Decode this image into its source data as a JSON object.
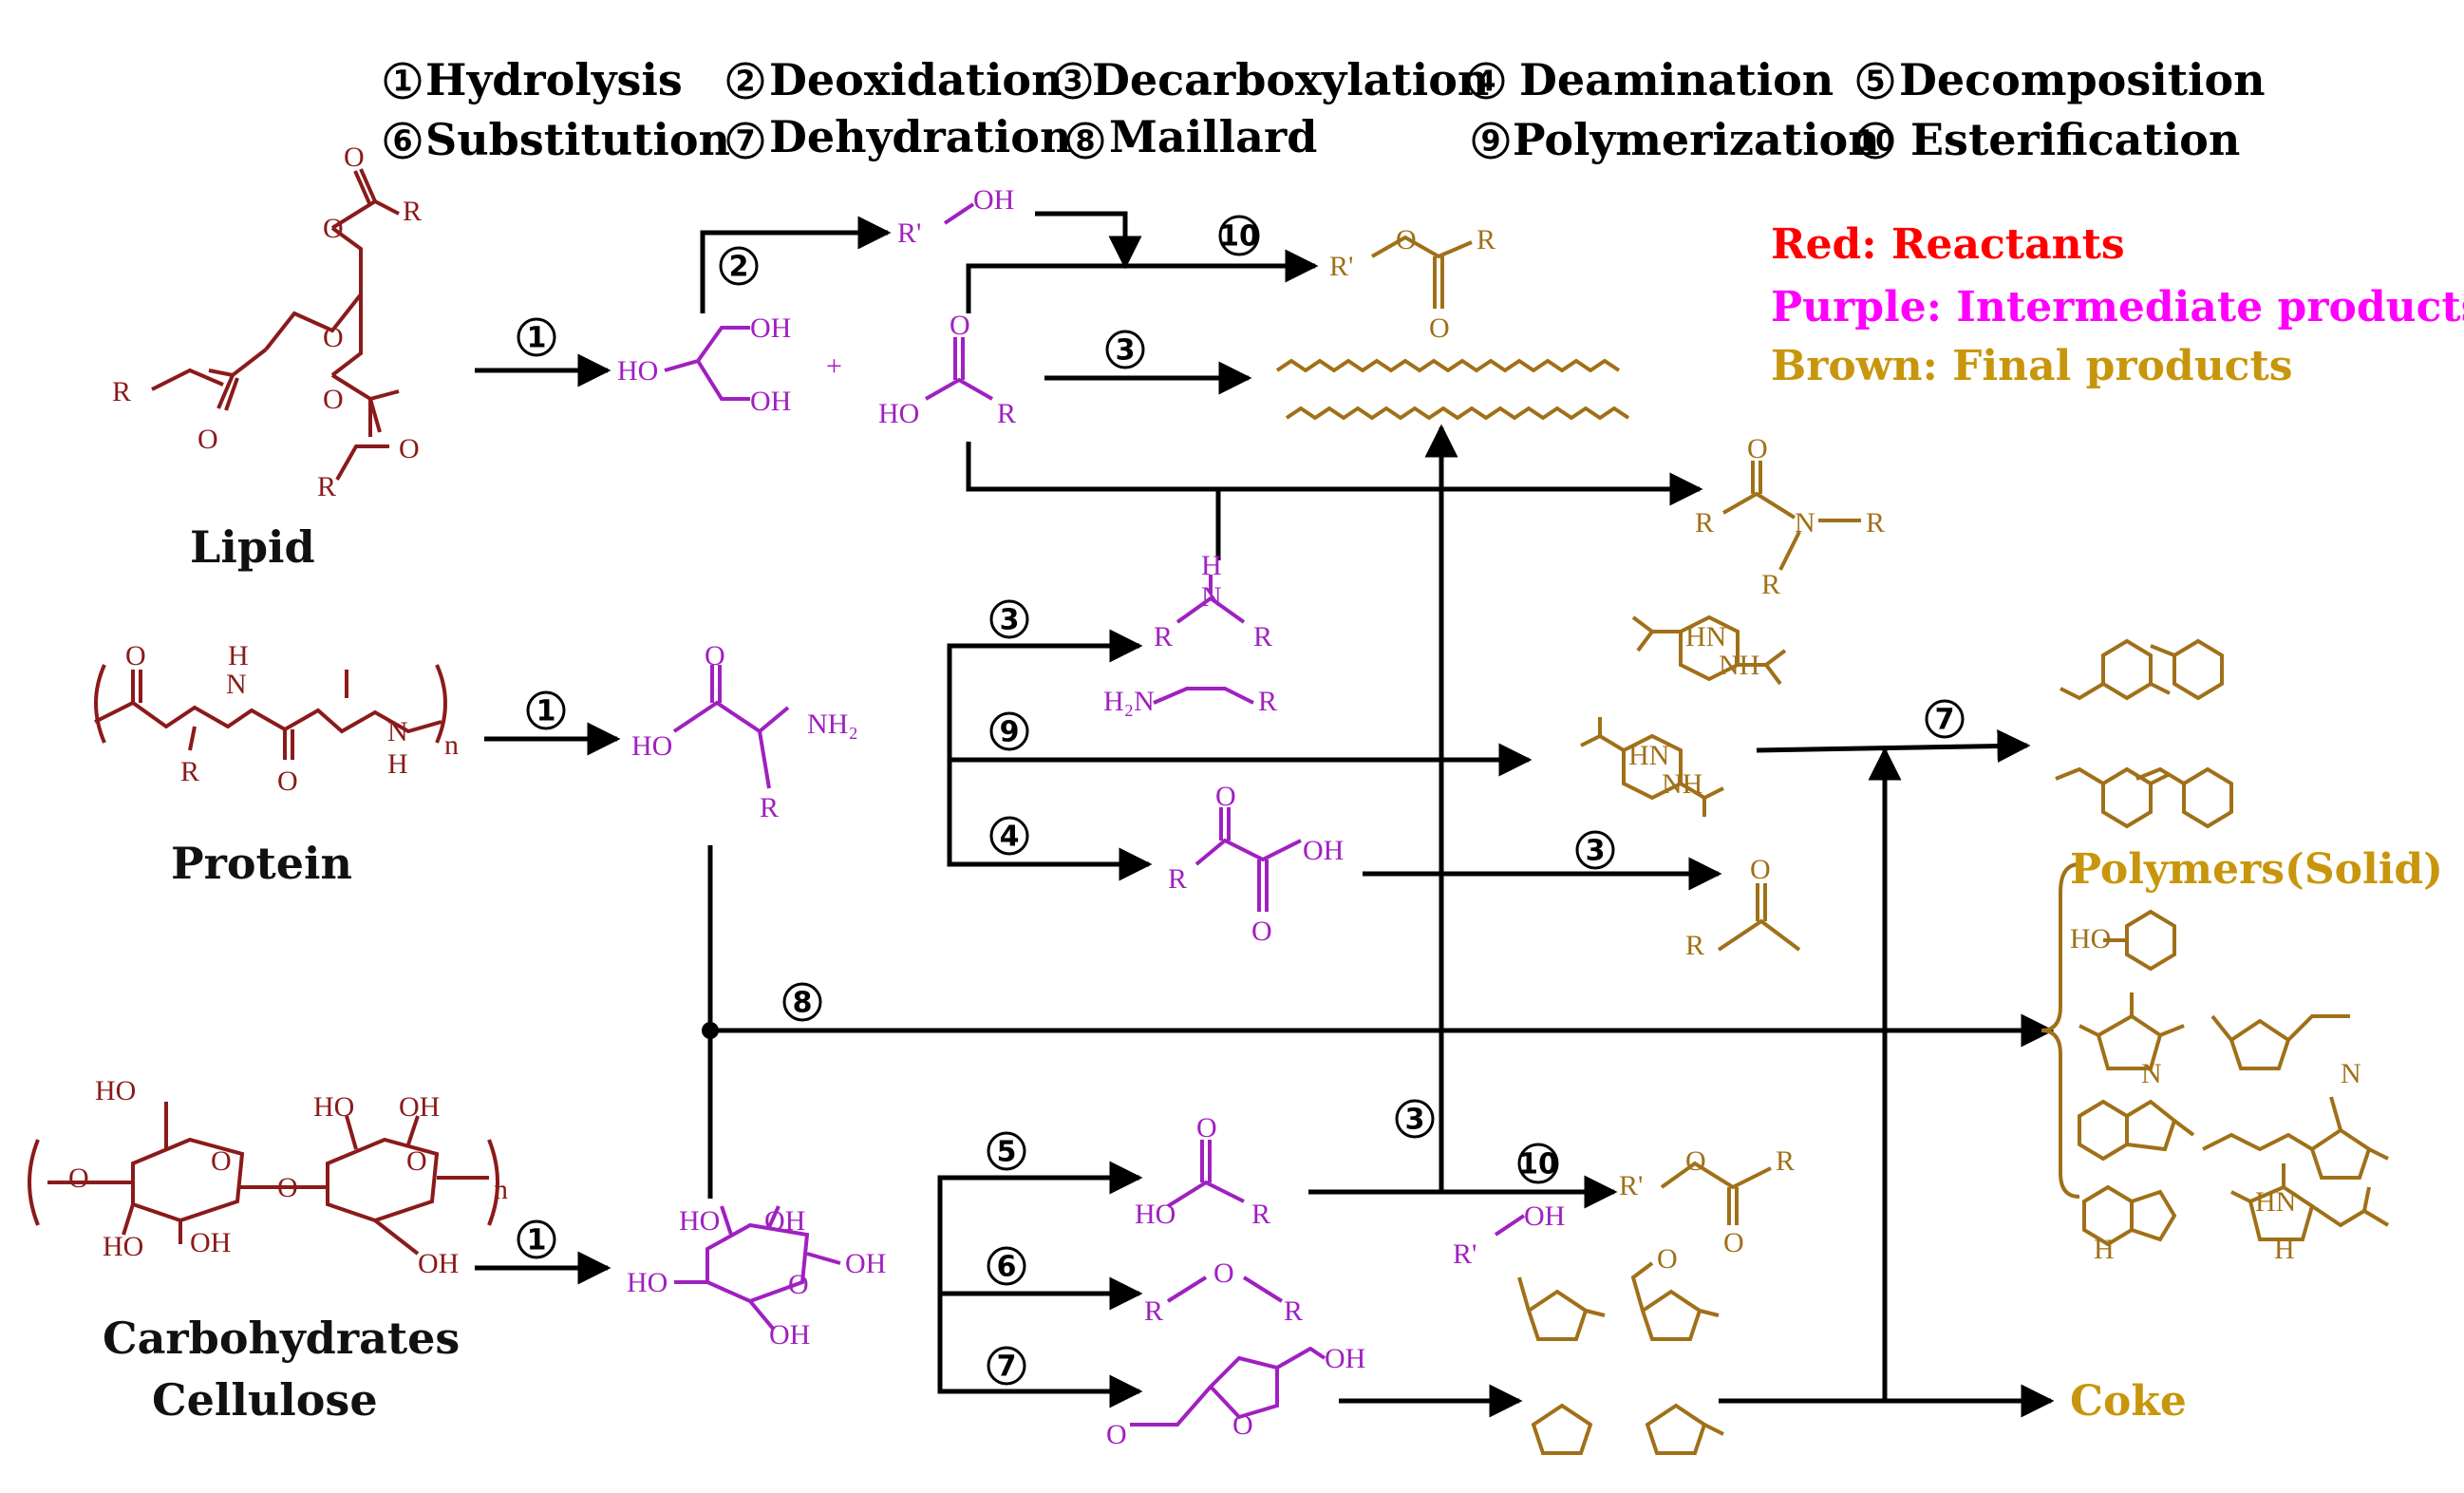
{
  "legend": {
    "row1": [
      {
        "num": "①",
        "label": "Hydrolysis"
      },
      {
        "num": "②",
        "label": "Deoxidation"
      },
      {
        "num": "③",
        "label": "Decarboxylation"
      },
      {
        "num": "④",
        "label": "Deamination"
      },
      {
        "num": "⑤",
        "label": "Decomposition"
      }
    ],
    "row2": [
      {
        "num": "⑥",
        "label": "Substitution"
      },
      {
        "num": "⑦",
        "label": "Dehydration"
      },
      {
        "num": "⑧",
        "label": "Maillard"
      },
      {
        "num": "⑨",
        "label": "Polymerization"
      },
      {
        "num": "⑩",
        "label": "Esterification"
      }
    ]
  },
  "color_key": [
    {
      "text": "Red: Reactants",
      "color": "#ff0000"
    },
    {
      "text": "Purple: Intermediate products",
      "color": "#ff00ff"
    },
    {
      "text": "Brown: Final products",
      "color": "#c8960c"
    }
  ],
  "colors": {
    "reactant": "#8b1a1a",
    "intermediate": "#a020c0",
    "final": "#a07018",
    "line": "#000000"
  },
  "reactants": {
    "lipid": "Lipid",
    "protein": "Protein",
    "carbohydrates": "Carbohydrates",
    "cellulose": "Cellulose"
  },
  "step_numbers": {
    "s1": "1",
    "s2": "2",
    "s3": "3",
    "s4": "4",
    "s5": "5",
    "s6": "6",
    "s7": "7",
    "s8": "8",
    "s9": "9",
    "s10": "10"
  },
  "atoms": {
    "R": "R",
    "Rp": "R'",
    "O": "O",
    "OH": "OH",
    "HO": "HO",
    "H": "H",
    "N": "N",
    "NH2": "NH₂",
    "H2N": "H₂N",
    "n": "n",
    "HN": "HN",
    "NH": "NH",
    "plus": "+"
  },
  "outputs": {
    "polymers": "Polymers(Solid)",
    "coke": "Coke"
  }
}
